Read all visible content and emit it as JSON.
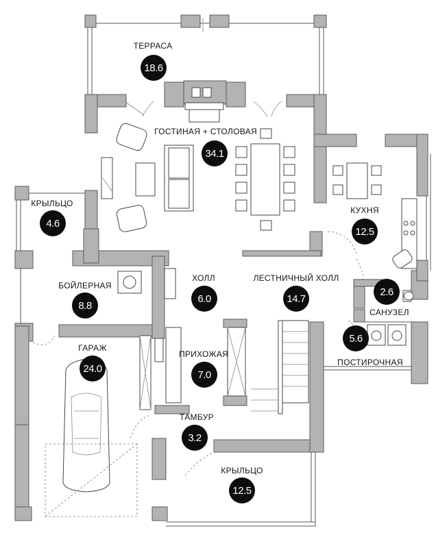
{
  "rooms": [
    {
      "label": "ТЕРРАСА",
      "area": "18.6"
    },
    {
      "label": "ГОСТИНАЯ + СТОЛОВАЯ",
      "area": "34.1"
    },
    {
      "label": "КУХНЯ",
      "area": "12.5"
    },
    {
      "label": "КРЫЛЬЦО",
      "area": "4.6"
    },
    {
      "label": "БОЙЛЕРНАЯ",
      "area": "8.8"
    },
    {
      "label": "ХОЛЛ",
      "area": "6.0"
    },
    {
      "label": "ЛЕСТНИЧНЫЙ ХОЛЛ",
      "area": "14.7"
    },
    {
      "label": "САНУЗЕЛ",
      "area": "2.6"
    },
    {
      "label": "ПОСТИРОЧНАЯ",
      "area": "5.6"
    },
    {
      "label": "ГАРАЖ",
      "area": "24.0"
    },
    {
      "label": "ПРИХОЖАЯ",
      "area": "7.0"
    },
    {
      "label": "ТАМБУР",
      "area": "3.2"
    },
    {
      "label": "КРЫЛЬЦО",
      "area": "12.5"
    }
  ]
}
